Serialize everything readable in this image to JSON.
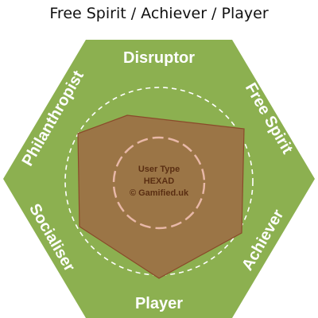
{
  "title": "Free Spirit / Achiever / Player",
  "segments": {
    "top": "Disruptor",
    "top_right": "Free Spirit",
    "bottom_right": "Achiever",
    "bottom": "Player",
    "bottom_left": "Socialiser",
    "top_left": "Philanthropist"
  },
  "center": {
    "line1": "User Type",
    "line2": "HEXAD",
    "line3": "© Gamified.uk"
  },
  "colors": {
    "hexagon": "#8cb050",
    "profile_fill": "#9b7546",
    "profile_stroke": "#8a4a2a",
    "dashed_inner": "#e8b8a8",
    "dashed_outer": "#ffffff",
    "label": "#ffffff"
  }
}
